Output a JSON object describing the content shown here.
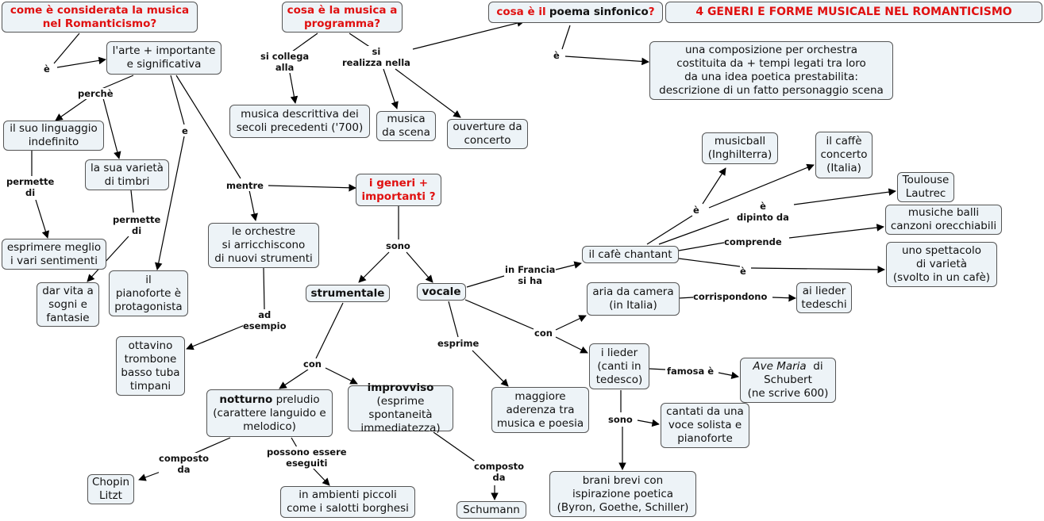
{
  "nodes": {
    "q_romanticismo": [
      "come è considerata la musica",
      "nel Romanticismo?"
    ],
    "q_programma": [
      "cosa è la musica a",
      "programma?"
    ],
    "q_poema_pre": "cosa è il",
    "q_poema_mid": "poema sinfonico",
    "q_poema_post": "?",
    "title": "4 GENERI E FORME MUSICALE NEL ROMANTICISMO",
    "arte": [
      "l'arte + importante",
      "e significativa"
    ],
    "composizione": [
      "una composizione per orchestra",
      "costituita da + tempi legati tra loro",
      "da una idea poetica prestabilita:",
      "descrizione di un fatto personaggio scena"
    ],
    "descrittiva": [
      "musica descrittiva dei",
      "secoli precedenti ('700)"
    ],
    "musica_scena": [
      "musica",
      "da scena"
    ],
    "ouverture": [
      "ouverture da",
      "concerto"
    ],
    "linguaggio": [
      "il suo linguaggio",
      "indefinito"
    ],
    "varieta": [
      "la sua varietà",
      "di timbri"
    ],
    "musicball": [
      "musicball",
      "(Inghilterra)"
    ],
    "caffe_concerto": [
      "il caffè",
      "concerto",
      "(Italia)"
    ],
    "toulouse": [
      "Toulouse",
      "Lautrec"
    ],
    "generi": [
      "i generi +",
      "importanti ?"
    ],
    "musiche_balli": [
      "musiche balli",
      "canzoni orecchiabili"
    ],
    "orchestre": [
      "le orchestre",
      "si arricchiscono",
      "di nuovi strumenti"
    ],
    "esprimere": [
      "esprimere meglio",
      "i vari sentimenti"
    ],
    "cafe_chantant": "il cafè chantant",
    "spettacolo": [
      "uno spettacolo",
      "di varietà",
      "(svolto in un cafè)"
    ],
    "sogni": [
      "dar vita a",
      "sogni e",
      "fantasie"
    ],
    "pianoforte": [
      "il",
      "pianoforte è",
      "protagonista"
    ],
    "strumentale": "strumentale",
    "vocale": "vocale",
    "aria": [
      "aria da camera",
      "(in Italia)"
    ],
    "lieder_tedeschi": [
      "ai lieder",
      "tedeschi"
    ],
    "ottavino": [
      "ottavino",
      "trombone",
      "basso tuba",
      "timpani"
    ],
    "lieder": [
      "i lieder",
      "(canti in",
      "tedesco)"
    ],
    "ave_maria_title": "Ave Maria",
    "ave_maria_rest": [
      "di",
      "Schubert",
      "(ne scrive 600)"
    ],
    "notturno_bold": "notturno",
    "notturno_rest": [
      "preludio",
      "(carattere languido e",
      "melodico)"
    ],
    "improvviso": "improvviso",
    "improvviso_rest": [
      "(esprime spontaneità",
      "immediatezza)"
    ],
    "aderenza": [
      "maggiore",
      "aderenza tra",
      "musica e poesia"
    ],
    "cantati": [
      "cantati da una",
      "voce solista e",
      "pianoforte"
    ],
    "brani": [
      "brani brevi con",
      "ispirazione poetica",
      "(Byron, Goethe, Schiller)"
    ],
    "chopin": [
      "Chopin",
      "Litzt"
    ],
    "ambienti": [
      "in ambienti piccoli",
      "come i salotti borghesi"
    ],
    "schumann": "Schumann"
  },
  "labels": {
    "e_rom": "è",
    "si_collega": [
      "si collega",
      "alla"
    ],
    "si_realizza": [
      "si",
      "realizza nella"
    ],
    "e_poema": "è",
    "perche": "perchè",
    "e_arte": "e",
    "permette1": [
      "permette",
      "di"
    ],
    "permette2": [
      "permette",
      "di"
    ],
    "mentre": "mentre",
    "sono": "sono",
    "ad_esempio": [
      "ad",
      "esempio"
    ],
    "in_francia": [
      "in Francia",
      "si ha"
    ],
    "e_musicball": "è",
    "dipinto_da": [
      "è",
      "dipinto da"
    ],
    "comprende": "comprende",
    "e_spettacolo": "è",
    "corrispondono": "corrispondono",
    "con_vocale": "con",
    "esprime": "esprime",
    "con_strum": "con",
    "famosa": "famosa è",
    "sono_lieder": "sono",
    "composto1": [
      "composto",
      "da"
    ],
    "possono": [
      "possono essere",
      "eseguiti"
    ],
    "composto2": [
      "composto",
      "da"
    ]
  },
  "colors": {
    "node_fill": "#edf3f7",
    "question_text": "#e01010",
    "line": "#000000"
  }
}
